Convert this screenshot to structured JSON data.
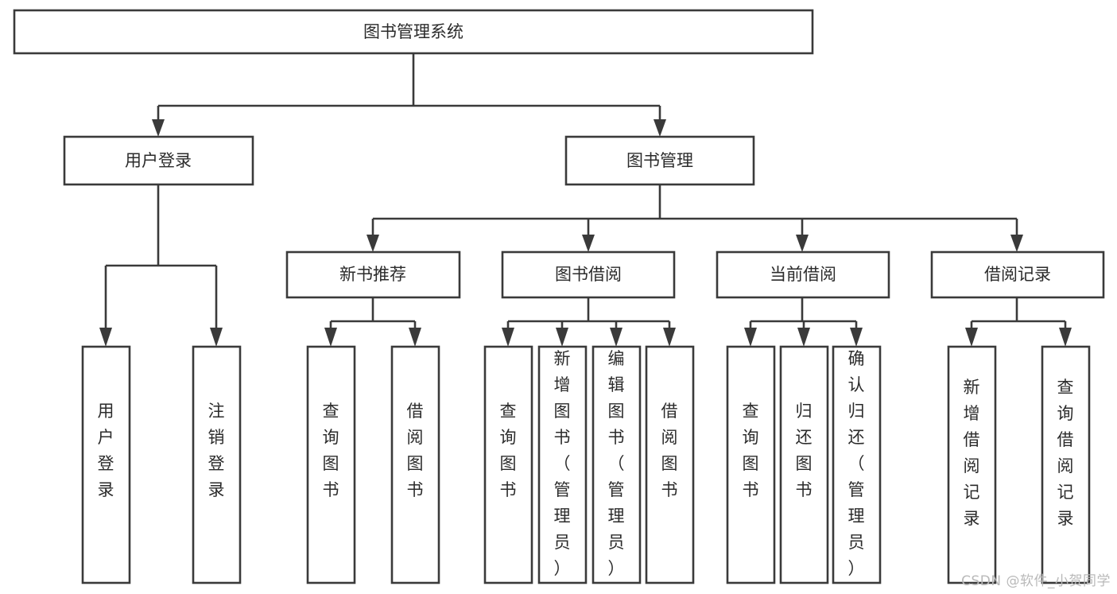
{
  "diagram": {
    "type": "tree",
    "title": "图书管理系统",
    "orientation": "top-down",
    "colors": {
      "box_fill": "#ffffff",
      "box_stroke": "#3a3a3a",
      "text": "#2b2b2b",
      "watermark": "#b9b9b9",
      "background": "#ffffff"
    },
    "root": {
      "label": "图书管理系统",
      "text_orientation": "horizontal"
    },
    "level2": [
      {
        "label": "用户登录",
        "text_orientation": "horizontal"
      },
      {
        "label": "图书管理",
        "text_orientation": "horizontal"
      }
    ],
    "level3": [
      {
        "label": "新书推荐",
        "text_orientation": "horizontal",
        "parent": "图书管理"
      },
      {
        "label": "图书借阅",
        "text_orientation": "horizontal",
        "parent": "图书管理"
      },
      {
        "label": "当前借阅",
        "text_orientation": "horizontal",
        "parent": "图书管理"
      },
      {
        "label": "借阅记录",
        "text_orientation": "horizontal",
        "parent": "图书管理"
      }
    ],
    "leaves": {
      "用户登录": [
        {
          "label": "用户登录",
          "text_orientation": "vertical"
        },
        {
          "label": "注销登录",
          "text_orientation": "vertical"
        }
      ],
      "新书推荐": [
        {
          "label": "查询图书",
          "text_orientation": "vertical"
        },
        {
          "label": "借阅图书",
          "text_orientation": "vertical"
        }
      ],
      "图书借阅": [
        {
          "label": "查询图书",
          "text_orientation": "vertical"
        },
        {
          "label": "新增图书（管理员）",
          "text_orientation": "vertical"
        },
        {
          "label": "编辑图书（管理员）",
          "text_orientation": "vertical"
        },
        {
          "label": "借阅图书",
          "text_orientation": "vertical"
        }
      ],
      "当前借阅": [
        {
          "label": "查询图书",
          "text_orientation": "vertical"
        },
        {
          "label": "归还图书",
          "text_orientation": "vertical"
        },
        {
          "label": "确认归还（管理员）",
          "text_orientation": "vertical"
        }
      ],
      "借阅记录": [
        {
          "label": "新增借阅记录",
          "text_orientation": "vertical"
        },
        {
          "label": "查询借阅记录",
          "text_orientation": "vertical"
        }
      ]
    }
  },
  "watermark": {
    "text": "CSDN @软件_小贺同学"
  }
}
